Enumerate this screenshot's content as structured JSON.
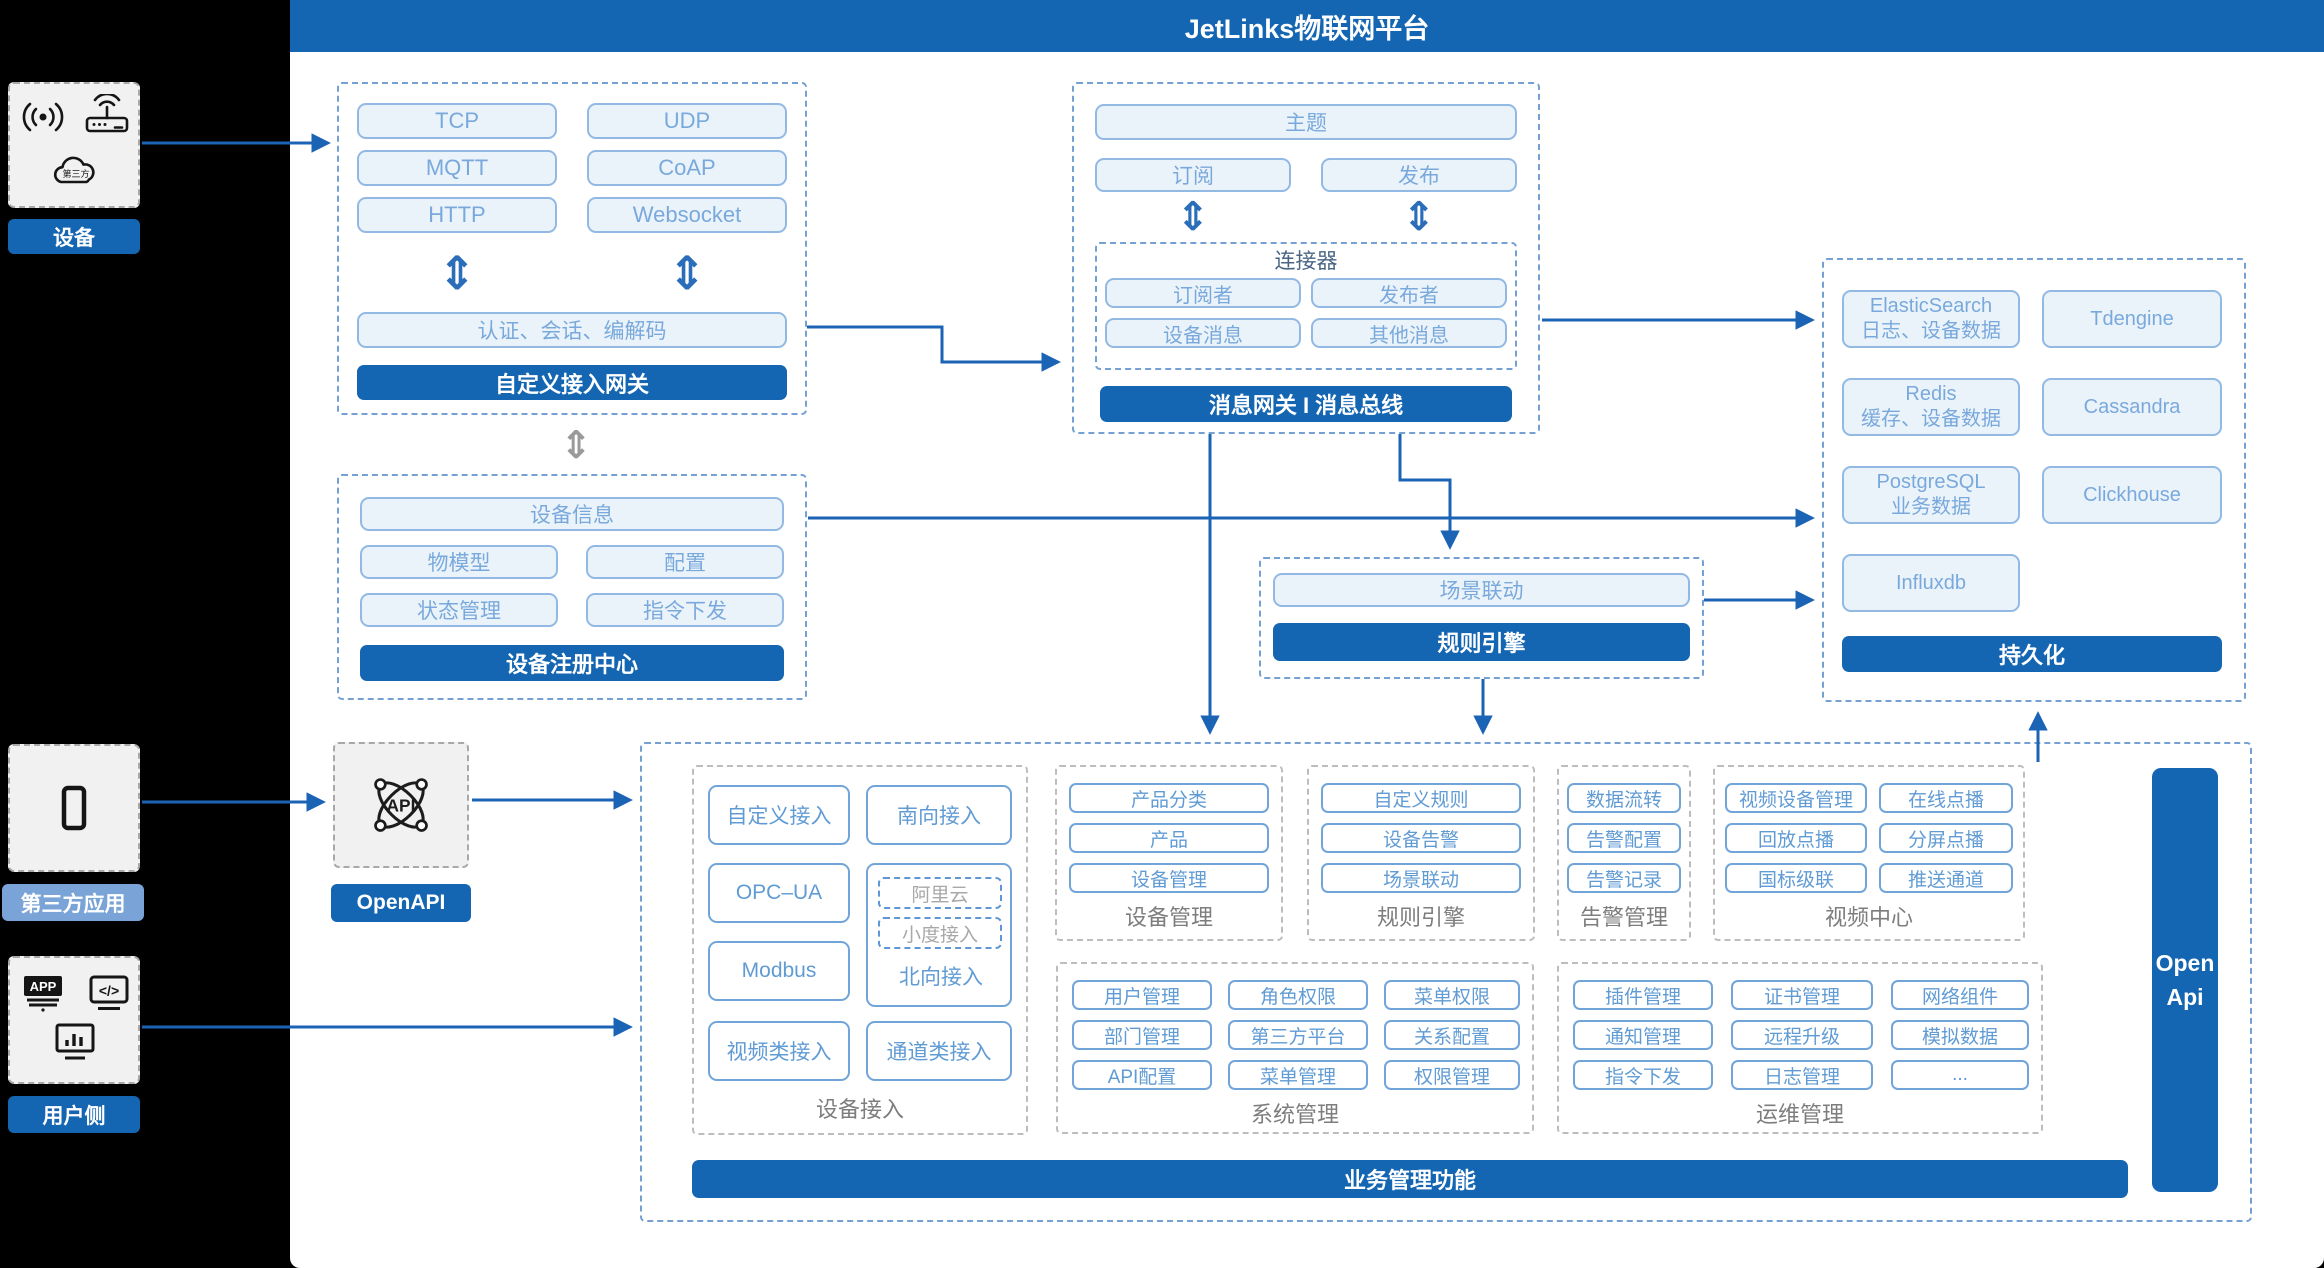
{
  "banner": {
    "title": "JetLinks物联网平台"
  },
  "palette": {
    "accent": "#1566b2",
    "pill_text": "#79a9dc",
    "light_label": "#7aa3d8",
    "arrow": "#1b63b5"
  },
  "icons": {
    "double_arrow": "⇕",
    "api_text": "API",
    "app_text": "APP",
    "code_text": "</>",
    "cloud_text": "第三方"
  },
  "left": {
    "device": "设备",
    "third_party": "第三方应用",
    "user": "用户侧"
  },
  "gateway": {
    "protocols": [
      "TCP",
      "UDP",
      "MQTT",
      "CoAP",
      "HTTP",
      "Websocket"
    ],
    "codec": "认证、会话、编解码",
    "bar": "自定义接入网关"
  },
  "message": {
    "topic": "主题",
    "sub": "订阅",
    "pub": "发布",
    "connector": "连接器",
    "items": [
      "订阅者",
      "发布者",
      "设备消息",
      "其他消息"
    ],
    "bar": "消息网关 I 消息总线"
  },
  "registry": {
    "info": "设备信息",
    "items": [
      "物模型",
      "配置",
      "状态管理",
      "指令下发"
    ],
    "bar": "设备注册中心"
  },
  "rule": {
    "scene": "场景联动",
    "bar": "规则引擎"
  },
  "persistence": {
    "cells": [
      {
        "l1": "ElasticSearch",
        "l2": "日志、设备数据"
      },
      {
        "l1": "Tdengine"
      },
      {
        "l1": "Redis",
        "l2": "缓存、设备数据"
      },
      {
        "l1": "Cassandra"
      },
      {
        "l1": "PostgreSQL",
        "l2": "业务数据"
      },
      {
        "l1": "Clickhouse"
      },
      {
        "l1": "Influxdb"
      }
    ],
    "bar": "持久化"
  },
  "openapi": {
    "label": "OpenAPI"
  },
  "bottom": {
    "device_access": {
      "caption": "设备接入",
      "pills": [
        "自定义接入",
        "南向接入",
        "OPC–UA",
        "Modbus",
        "视频类接入",
        "通道类接入"
      ],
      "north_label": "北向接入",
      "north_sub": [
        "阿里云",
        "小度接入"
      ]
    },
    "device_mgmt": {
      "caption": "设备管理",
      "pills": [
        "产品分类",
        "产品",
        "设备管理"
      ]
    },
    "rule_sec": {
      "caption": "规则引擎",
      "pills": [
        "自定义规则",
        "设备告警",
        "场景联动"
      ]
    },
    "alarm": {
      "caption": "告警管理",
      "pills": [
        "数据流转",
        "告警配置",
        "告警记录"
      ]
    },
    "video": {
      "caption": "视频中心",
      "pills": [
        "视频设备管理",
        "在线点播",
        "回放点播",
        "分屏点播",
        "国标级联",
        "推送通道"
      ]
    },
    "system": {
      "caption": "系统管理",
      "pills": [
        "用户管理",
        "角色权限",
        "菜单权限",
        "部门管理",
        "第三方平台",
        "关系配置",
        "API配置",
        "菜单管理",
        "权限管理"
      ]
    },
    "ops": {
      "caption": "运维管理",
      "pills": [
        "插件管理",
        "证书管理",
        "网络组件",
        "通知管理",
        "远程升级",
        "模拟数据",
        "指令下发",
        "日志管理",
        "..."
      ]
    },
    "openapi_bar": "Open Api",
    "business_bar": "业务管理功能"
  }
}
